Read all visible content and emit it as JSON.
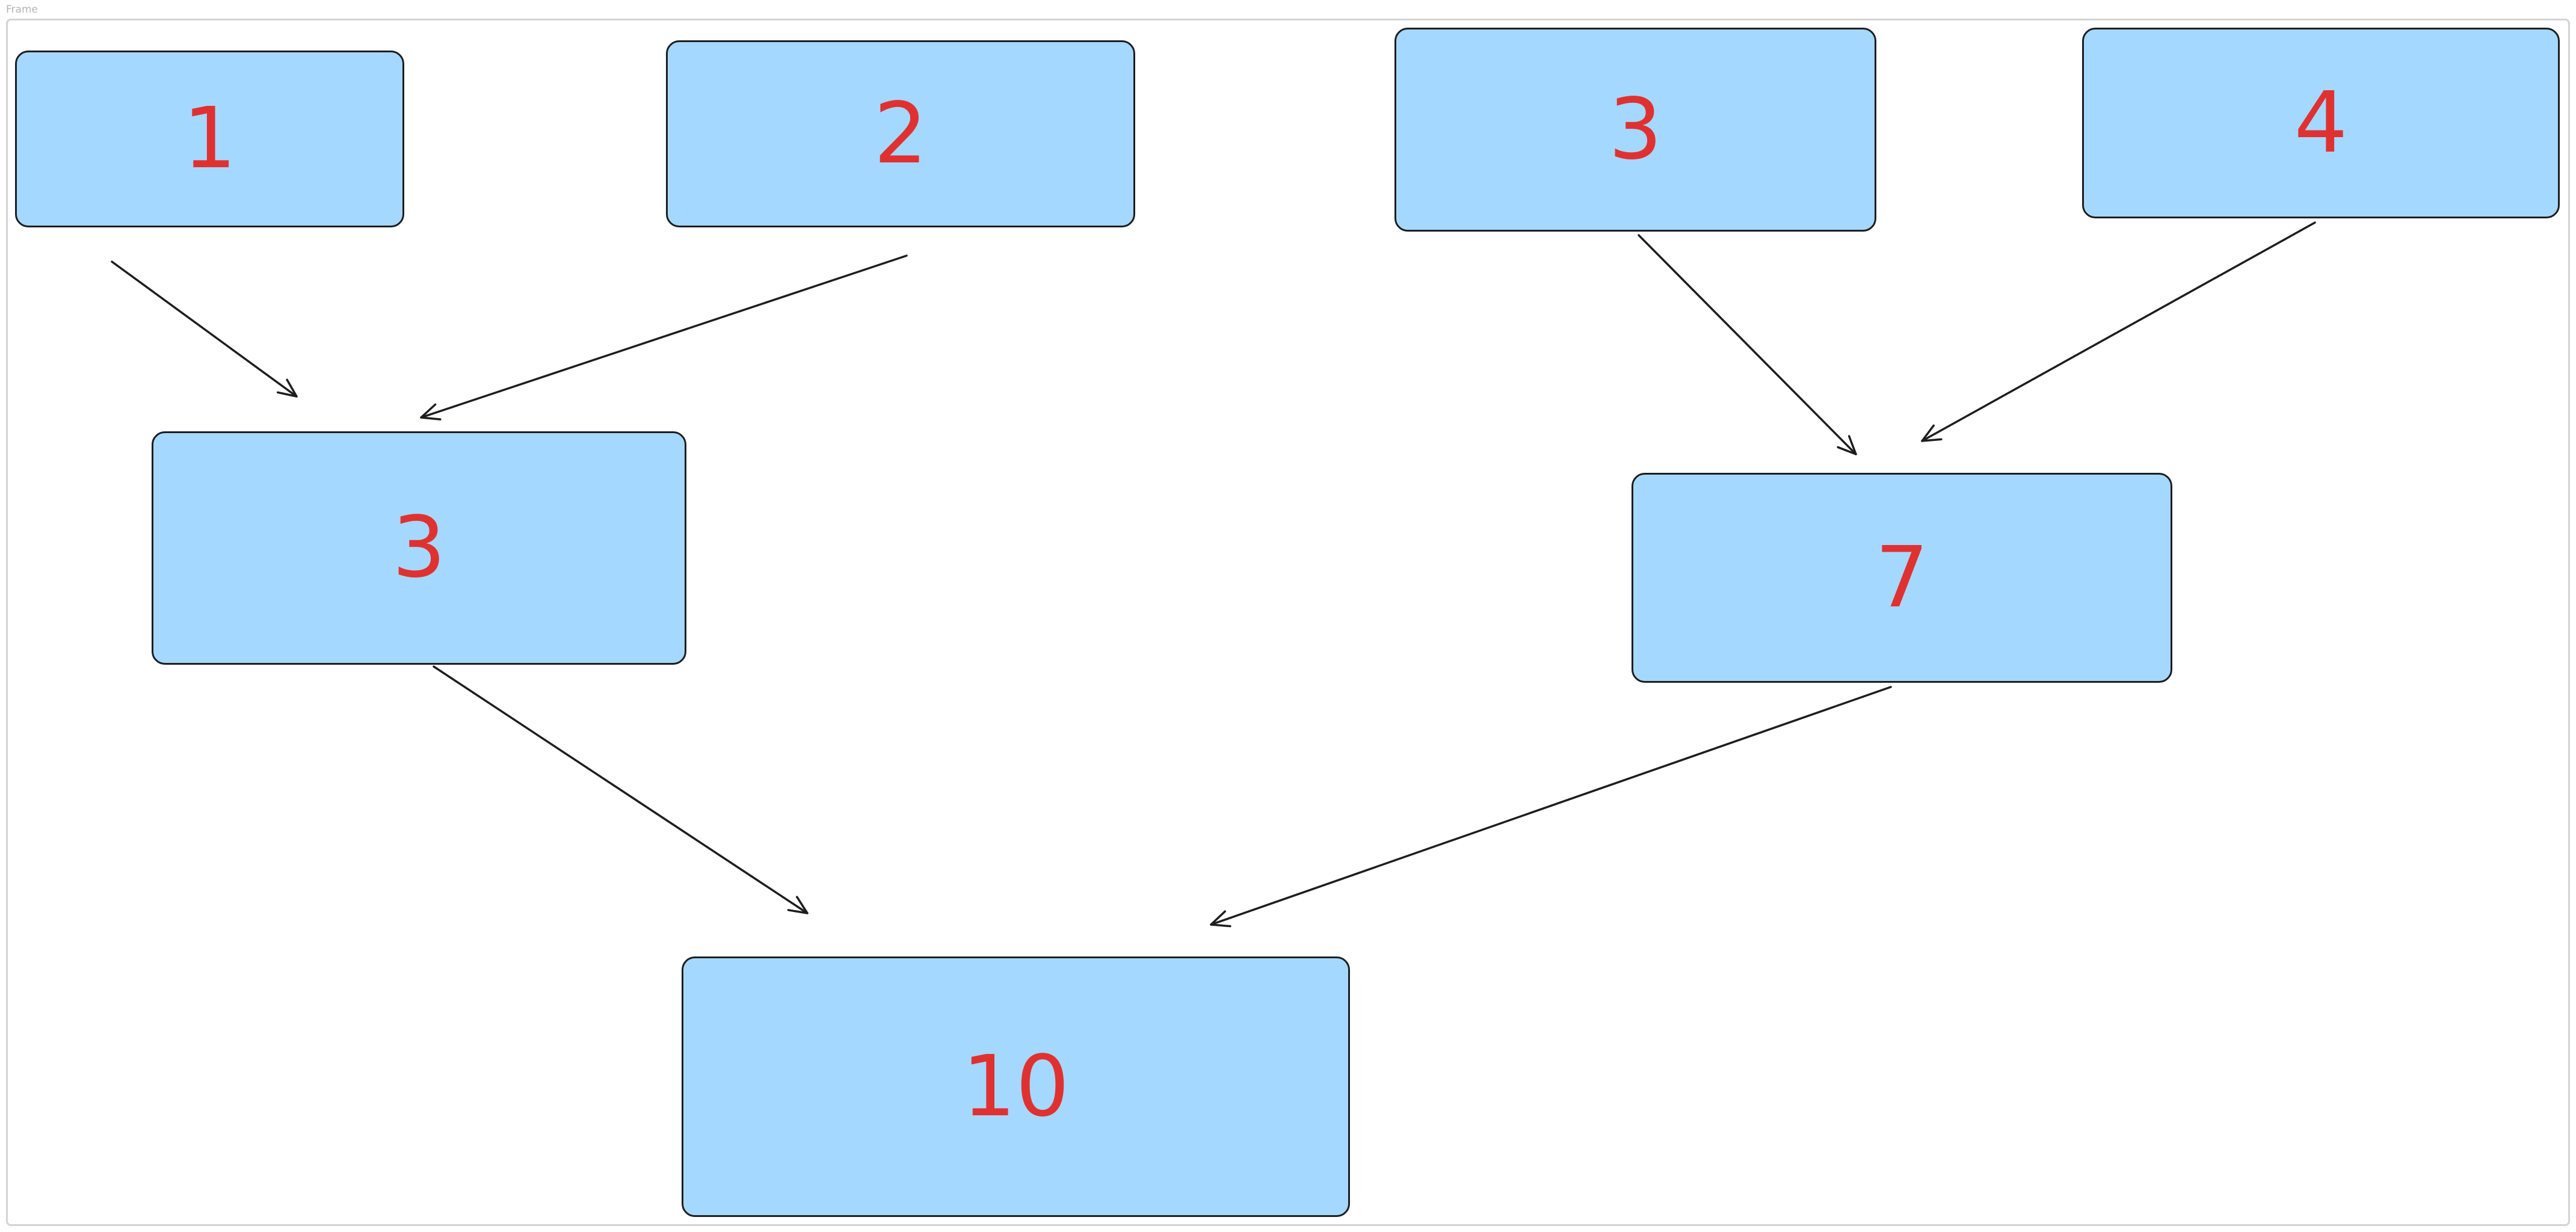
{
  "frame": {
    "label": "Frame"
  },
  "colors": {
    "node_fill": "#a5d8ff",
    "node_stroke": "#1e1e1e",
    "value_text": "#e03131",
    "frame_border": "#d3d3d3"
  },
  "nodes": [
    {
      "id": "leaf-1",
      "value": "1"
    },
    {
      "id": "leaf-2",
      "value": "2"
    },
    {
      "id": "leaf-3",
      "value": "3"
    },
    {
      "id": "leaf-4",
      "value": "4"
    },
    {
      "id": "sum-left",
      "value": "3"
    },
    {
      "id": "sum-right",
      "value": "7"
    },
    {
      "id": "sum-root",
      "value": "10"
    }
  ],
  "edges": [
    {
      "from": "leaf-1",
      "to": "sum-left"
    },
    {
      "from": "leaf-2",
      "to": "sum-left"
    },
    {
      "from": "leaf-3",
      "to": "sum-right"
    },
    {
      "from": "leaf-4",
      "to": "sum-right"
    },
    {
      "from": "sum-left",
      "to": "sum-root"
    },
    {
      "from": "sum-right",
      "to": "sum-root"
    }
  ]
}
